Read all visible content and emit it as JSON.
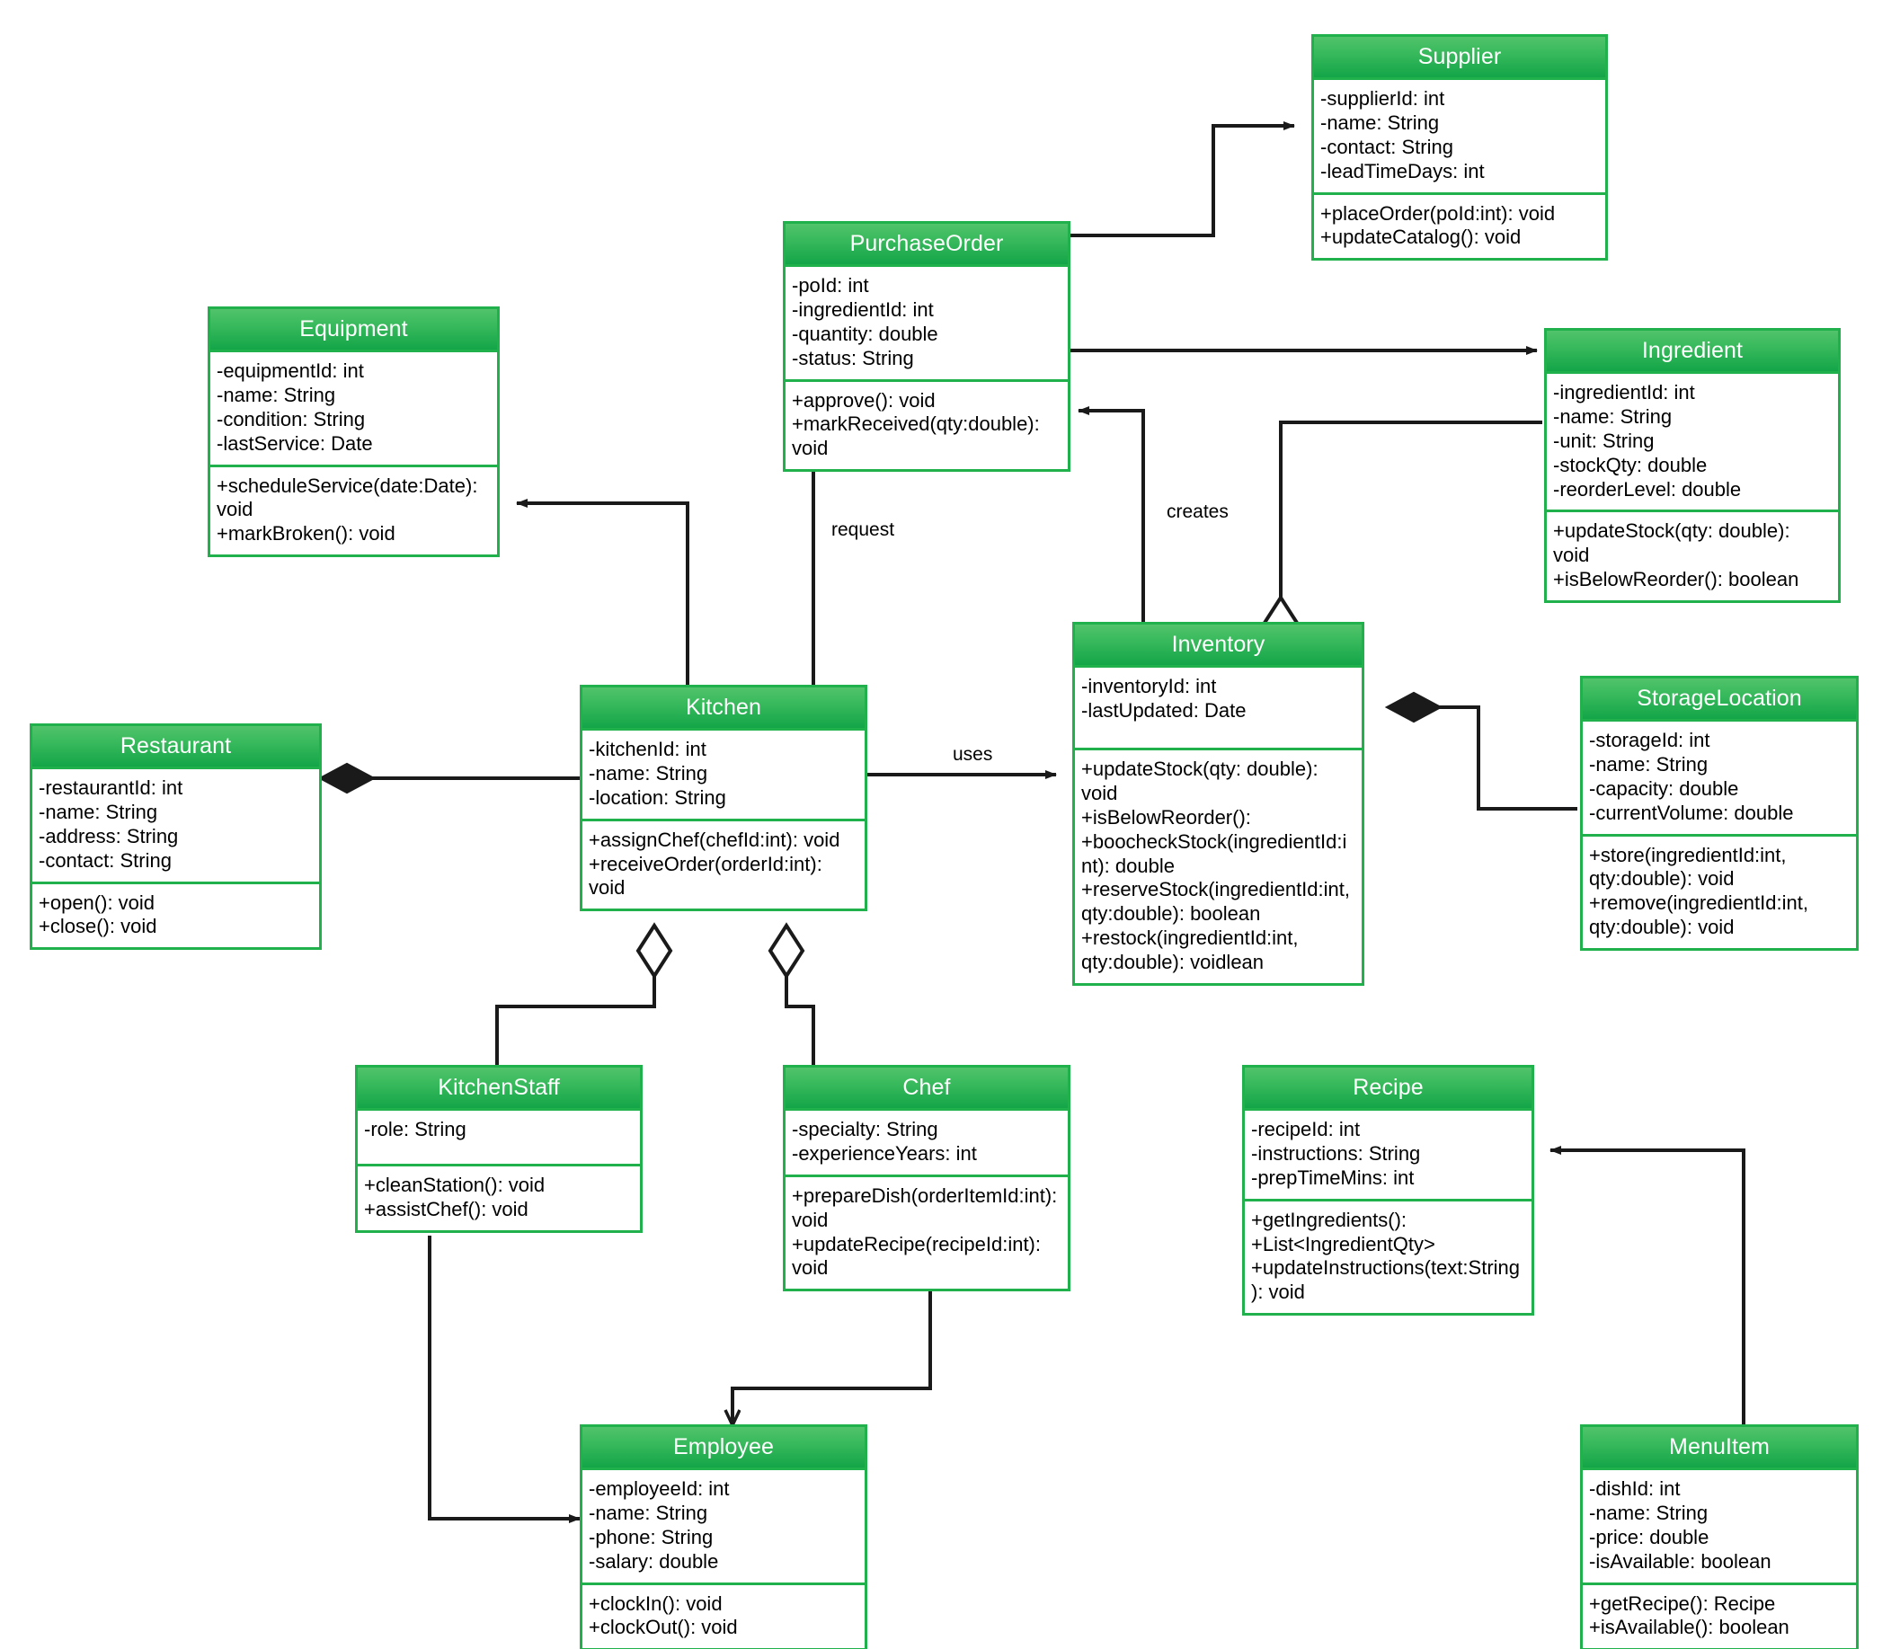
{
  "diagram": {
    "title": "Restaurant Kitchen & Inventory Class Diagram",
    "type": "uml-class-diagram",
    "colors": {
      "header_gradient_top": "#52c36a",
      "header_gradient_bottom": "#13a548",
      "border": "#21b14c",
      "body": "#ffffff",
      "header_text": "#ffffff",
      "body_text": "#000000",
      "edge": "#1a1a1a"
    }
  },
  "classes": {
    "supplier": {
      "name": "Supplier",
      "attributes": [
        "-supplierId: int",
        "-name: String",
        "-contact: String",
        "-leadTimeDays: int"
      ],
      "methods": [
        "+placeOrder(poId:int): void",
        "+updateCatalog(): void"
      ]
    },
    "purchase_order": {
      "name": "PurchaseOrder",
      "attributes": [
        "-poId: int",
        "-ingredientId: int",
        "-quantity: double",
        "-status: String"
      ],
      "methods": [
        "+approve(): void",
        "+markReceived(qty:double): void"
      ]
    },
    "equipment": {
      "name": "Equipment",
      "attributes": [
        "-equipmentId: int",
        "-name: String",
        "-condition: String",
        "-lastService: Date"
      ],
      "methods": [
        "+scheduleService(date:Date): void",
        "+markBroken(): void"
      ]
    },
    "ingredient": {
      "name": "Ingredient",
      "attributes": [
        "-ingredientId: int",
        "-name: String",
        "-unit: String",
        "-stockQty: double",
        "-reorderLevel: double"
      ],
      "methods": [
        "+updateStock(qty: double): void",
        "+isBelowReorder(): boolean"
      ]
    },
    "inventory": {
      "name": "Inventory",
      "attributes": [
        "-inventoryId: int",
        "-lastUpdated: Date"
      ],
      "methods": [
        "+updateStock(qty: double): void",
        "+isBelowReorder():",
        "+boocheckStock(ingredientId:int): double",
        "+reserveStock(ingredientId:int, qty:double): boolean",
        "+restock(ingredientId:int, qty:double): voidlean"
      ]
    },
    "storage_location": {
      "name": "StorageLocation",
      "attributes": [
        "-storageId: int",
        "-name: String",
        "-capacity: double",
        "-currentVolume: double"
      ],
      "methods": [
        "+store(ingredientId:int, qty:double): void",
        "+remove(ingredientId:int, qty:double): void"
      ]
    },
    "restaurant": {
      "name": "Restaurant",
      "attributes": [
        "-restaurantId: int",
        "-name: String",
        "-address: String",
        "-contact: String"
      ],
      "methods": [
        "+open(): void",
        "+close(): void"
      ]
    },
    "kitchen": {
      "name": "Kitchen",
      "attributes": [
        "-kitchenId: int",
        "-name: String",
        "-location: String"
      ],
      "methods": [
        "+assignChef(chefId:int): void",
        "+receiveOrder(orderId:int): void"
      ]
    },
    "kitchen_staff": {
      "name": "KitchenStaff",
      "attributes": [
        "-role: String"
      ],
      "methods": [
        "+cleanStation(): void",
        "+assistChef(): void"
      ]
    },
    "chef": {
      "name": "Chef",
      "attributes": [
        "-specialty: String",
        "-experienceYears: int"
      ],
      "methods": [
        "+prepareDish(orderItemId:int): void",
        "+updateRecipe(recipeId:int): void"
      ]
    },
    "recipe": {
      "name": "Recipe",
      "attributes": [
        "-recipeId: int",
        "-instructions: String",
        "-prepTimeMins: int"
      ],
      "methods": [
        "+getIngredients():",
        "+List<IngredientQty>",
        "+updateInstructions(text:String): void"
      ]
    },
    "employee": {
      "name": "Employee",
      "attributes": [
        "-employeeId: int",
        "-name: String",
        "-phone: String",
        "-salary: double"
      ],
      "methods": [
        "+clockIn(): void",
        "+clockOut(): void"
      ]
    },
    "menu_item": {
      "name": "MenuItem",
      "attributes": [
        "-dishId: int",
        "-name: String",
        "-price: double",
        "-isAvailable: boolean"
      ],
      "methods": [
        "+getRecipe(): Recipe",
        "+isAvailable(): boolean"
      ]
    }
  },
  "edge_labels": {
    "uses": "uses",
    "request": "request",
    "creates": "creates"
  },
  "relationships": [
    {
      "from": "PurchaseOrder",
      "to": "Supplier",
      "type": "association-arrow",
      "label": ""
    },
    {
      "from": "PurchaseOrder",
      "to": "Ingredient",
      "type": "association-arrow",
      "label": ""
    },
    {
      "from": "Kitchen",
      "to": "PurchaseOrder",
      "type": "association-arrow",
      "label": "request"
    },
    {
      "from": "Inventory",
      "to": "PurchaseOrder",
      "type": "association-arrow",
      "label": "creates"
    },
    {
      "from": "Ingredient",
      "to": "Inventory",
      "type": "aggregation",
      "label": ""
    },
    {
      "from": "Kitchen",
      "to": "Inventory",
      "type": "association-arrow",
      "label": "uses"
    },
    {
      "from": "Inventory",
      "to": "StorageLocation",
      "type": "composition",
      "label": ""
    },
    {
      "from": "Restaurant",
      "to": "Kitchen",
      "type": "composition",
      "label": ""
    },
    {
      "from": "Kitchen",
      "to": "Equipment",
      "type": "association-arrow",
      "label": ""
    },
    {
      "from": "Kitchen",
      "to": "KitchenStaff",
      "type": "aggregation",
      "label": ""
    },
    {
      "from": "Kitchen",
      "to": "Chef",
      "type": "aggregation",
      "label": ""
    },
    {
      "from": "Chef",
      "to": "Employee",
      "type": "generalization",
      "label": ""
    },
    {
      "from": "KitchenStaff",
      "to": "Employee",
      "type": "association-arrow",
      "label": ""
    },
    {
      "from": "MenuItem",
      "to": "Recipe",
      "type": "association-arrow",
      "label": ""
    }
  ]
}
